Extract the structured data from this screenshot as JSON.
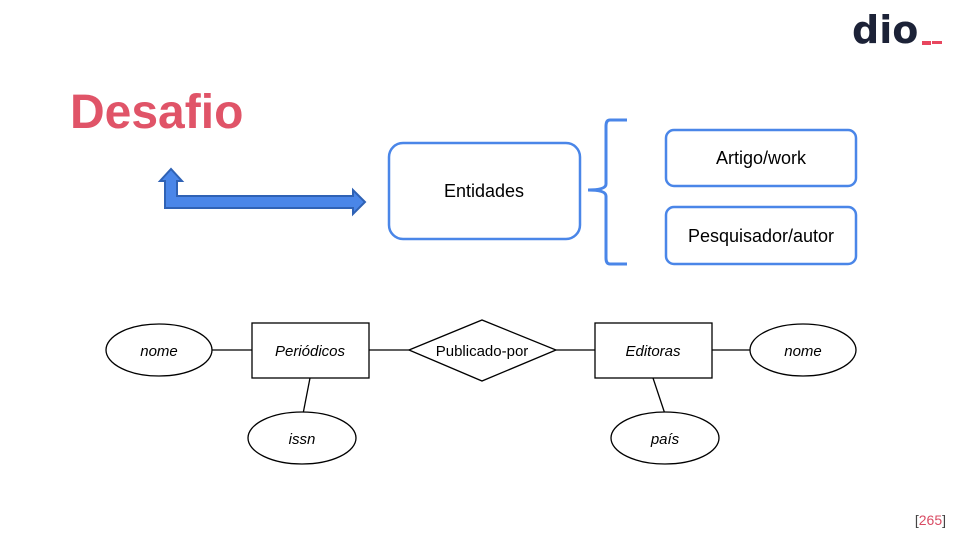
{
  "logo": {
    "text": "dio",
    "accent_color": "#e8465e",
    "dark_color": "#1c2237"
  },
  "title": "Desafio",
  "entities_group": {
    "root_label": "Entidades",
    "items": [
      "Artigo/work",
      "Pesquisador/autor"
    ]
  },
  "er_diagram": {
    "entities": [
      "Periódicos",
      "Editoras"
    ],
    "relationship": "Publicado-por",
    "attributes": {
      "periodicos": [
        "nome",
        "issn"
      ],
      "editoras": [
        "nome",
        "país"
      ]
    }
  },
  "page_number": "265",
  "colors": {
    "title": "#e05468",
    "box_border": "#4a86e8",
    "arrow_fill": "#4a86e8",
    "arrow_stroke": "#2f62b5",
    "text": "#000000"
  }
}
